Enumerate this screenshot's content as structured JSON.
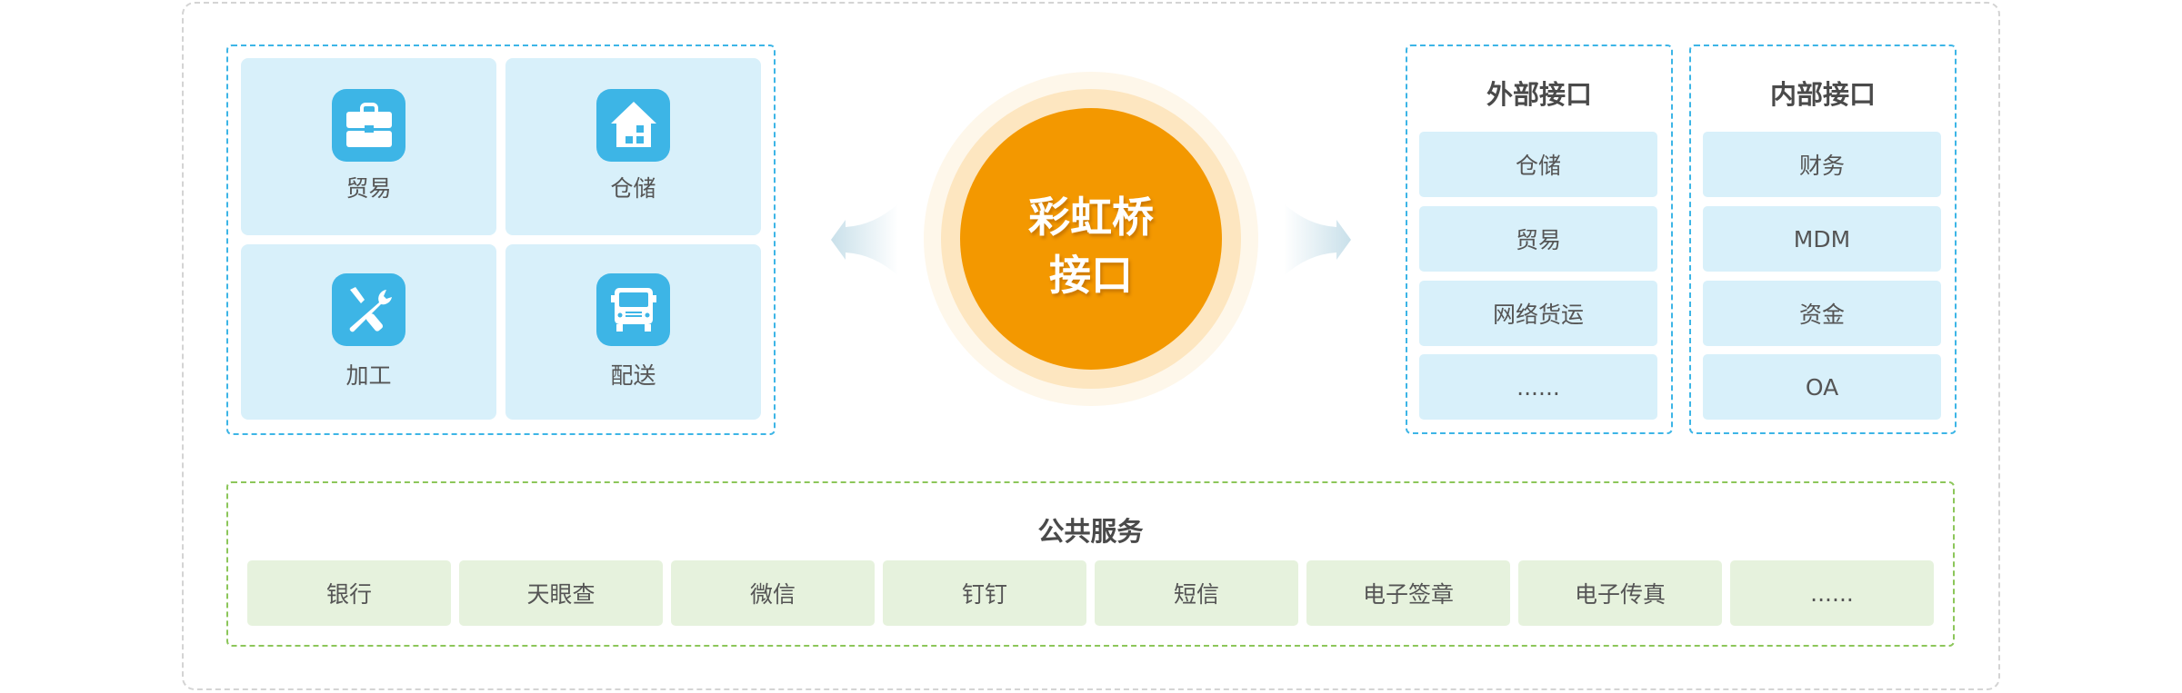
{
  "modules": [
    {
      "label": "贸易",
      "icon": "briefcase-icon"
    },
    {
      "label": "仓储",
      "icon": "house-icon"
    },
    {
      "label": "加工",
      "icon": "tools-icon"
    },
    {
      "label": "配送",
      "icon": "truck-icon"
    }
  ],
  "center": {
    "line1": "彩虹桥",
    "line2": "接口"
  },
  "external": {
    "title": "外部接口",
    "items": [
      "仓储",
      "贸易",
      "网络货运",
      "......"
    ]
  },
  "internal": {
    "title": "内部接口",
    "items": [
      "财务",
      "MDM",
      "资金",
      "OA"
    ]
  },
  "public": {
    "title": "公共服务",
    "items": [
      "银行",
      "天眼查",
      "微信",
      "钉钉",
      "短信",
      "电子签章",
      "电子传真",
      "......"
    ]
  },
  "colors": {
    "accent": "#3db5e6",
    "orange": "#f39800",
    "green": "#8cc65a",
    "tile_blue": "#d8f0fa",
    "tile_green": "#e6f2dd"
  }
}
